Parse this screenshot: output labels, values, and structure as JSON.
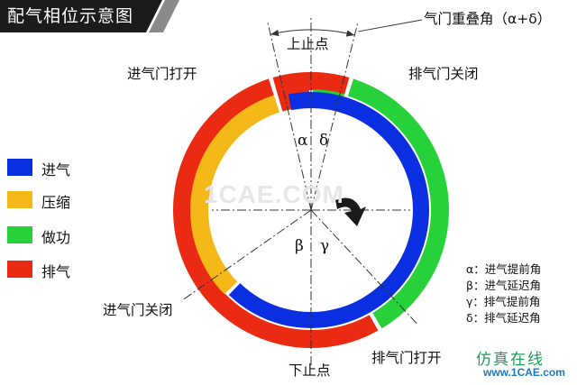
{
  "title": "配气相位示意图",
  "labels": {
    "overlap": "气门重叠角（α+δ）",
    "tdc": "上止点",
    "bdc": "下止点",
    "intake_open": "进气门打开",
    "exhaust_close": "排气门关闭",
    "intake_close": "进气门关闭",
    "exhaust_open": "排气门打开"
  },
  "greek": {
    "alpha": "α",
    "delta": "δ",
    "beta": "β",
    "gamma": "γ"
  },
  "legend": [
    {
      "label": "进气",
      "color": "#0a2fe0"
    },
    {
      "label": "压缩",
      "color": "#f4b818"
    },
    {
      "label": "做功",
      "color": "#27d13a"
    },
    {
      "label": "排气",
      "color": "#ea2a12"
    }
  ],
  "definitions": [
    "α：进气提前角",
    "β：进气延迟角",
    "γ：排气提前角",
    "δ：排气延迟角"
  ],
  "watermark": {
    "center": "1CAE.COM",
    "corner_cn": "仿真在线",
    "corner_url": "www.1CAE.com"
  }
}
